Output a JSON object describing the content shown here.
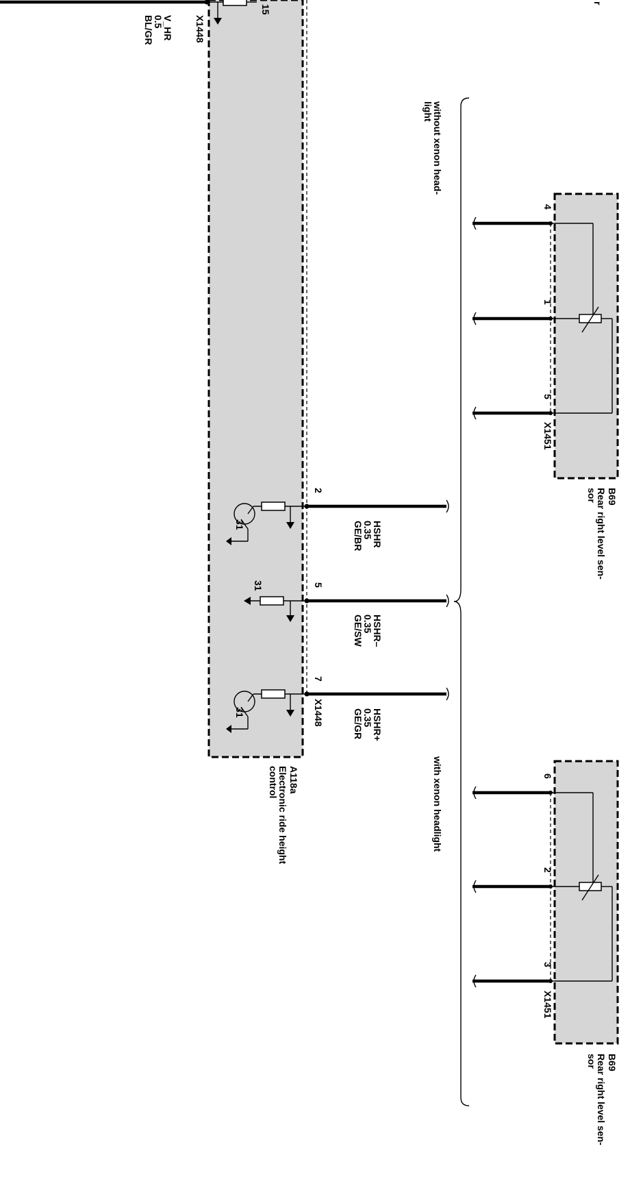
{
  "labels": {
    "top_pin": "15",
    "top_connector": "X1448",
    "top_wire": [
      "V_HR",
      "0.5",
      "BL/GR"
    ],
    "left_module_id": "A118a",
    "left_module_name": [
      "Electronic ride height",
      "control"
    ],
    "left_connector": "X1448",
    "pins_left": [
      "2",
      "5",
      "7"
    ],
    "wires": [
      [
        "HSHR",
        "0.35",
        "GE/BR"
      ],
      [
        "HSHR–",
        "0.35",
        "GE/SW"
      ],
      [
        "HSHR+",
        "0.35",
        "GE/GR"
      ]
    ],
    "ground": "31",
    "brace_top": [
      "without xenon head-",
      "light"
    ],
    "brace_bottom": "with xenon headlight",
    "sensor_top_pins": [
      "4",
      "1",
      "5"
    ],
    "sensor_bottom_pins": [
      "6",
      "2",
      "3"
    ],
    "sensor_connector": "X1451",
    "sensor_id": "B69",
    "sensor_name": [
      "Rear right level sen-",
      "sor"
    ],
    "corner_mark": "r"
  }
}
